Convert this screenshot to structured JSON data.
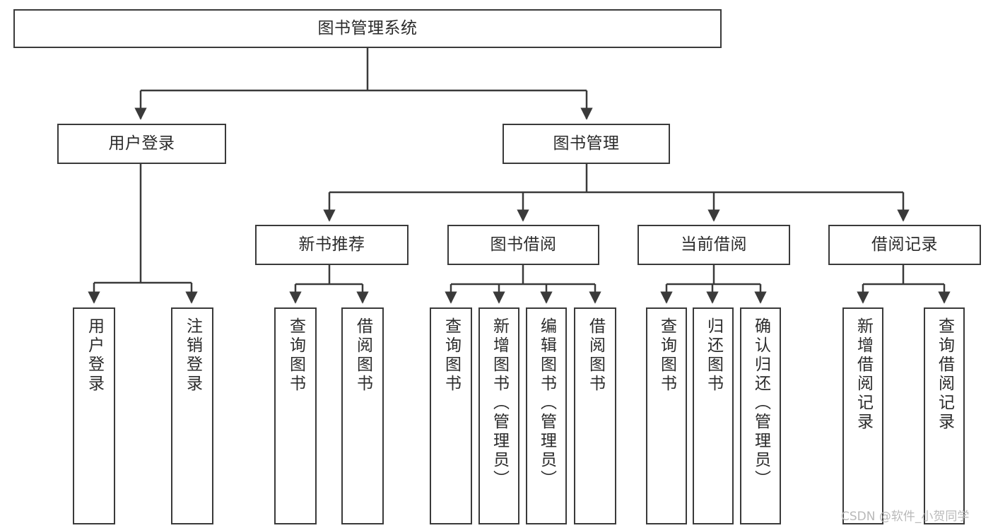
{
  "diagram": {
    "title": "图书管理系统",
    "root": {
      "label": "图书管理系统"
    },
    "level1": [
      {
        "label": "用户登录"
      },
      {
        "label": "图书管理"
      }
    ],
    "level2": [
      {
        "label": "新书推荐"
      },
      {
        "label": "图书借阅"
      },
      {
        "label": "当前借阅"
      },
      {
        "label": "借阅记录"
      }
    ],
    "leaves": [
      {
        "label": "用户登录"
      },
      {
        "label": "注销登录"
      },
      {
        "label": "查询图书"
      },
      {
        "label": "借阅图书"
      },
      {
        "label": "查询图书"
      },
      {
        "label": "新增图书（管理员）"
      },
      {
        "label": "编辑图书（管理员）"
      },
      {
        "label": "借阅图书"
      },
      {
        "label": "查询图书"
      },
      {
        "label": "归还图书"
      },
      {
        "label": "确认归还（管理员）"
      },
      {
        "label": "新增借阅记录"
      },
      {
        "label": "查询借阅记录"
      }
    ],
    "watermark": "CSDN @软件_小贺同学",
    "colors": {
      "stroke": "#3a3a3a",
      "text": "#2b2b2b",
      "background": "#ffffff",
      "watermark": "#b9b9b9"
    }
  }
}
